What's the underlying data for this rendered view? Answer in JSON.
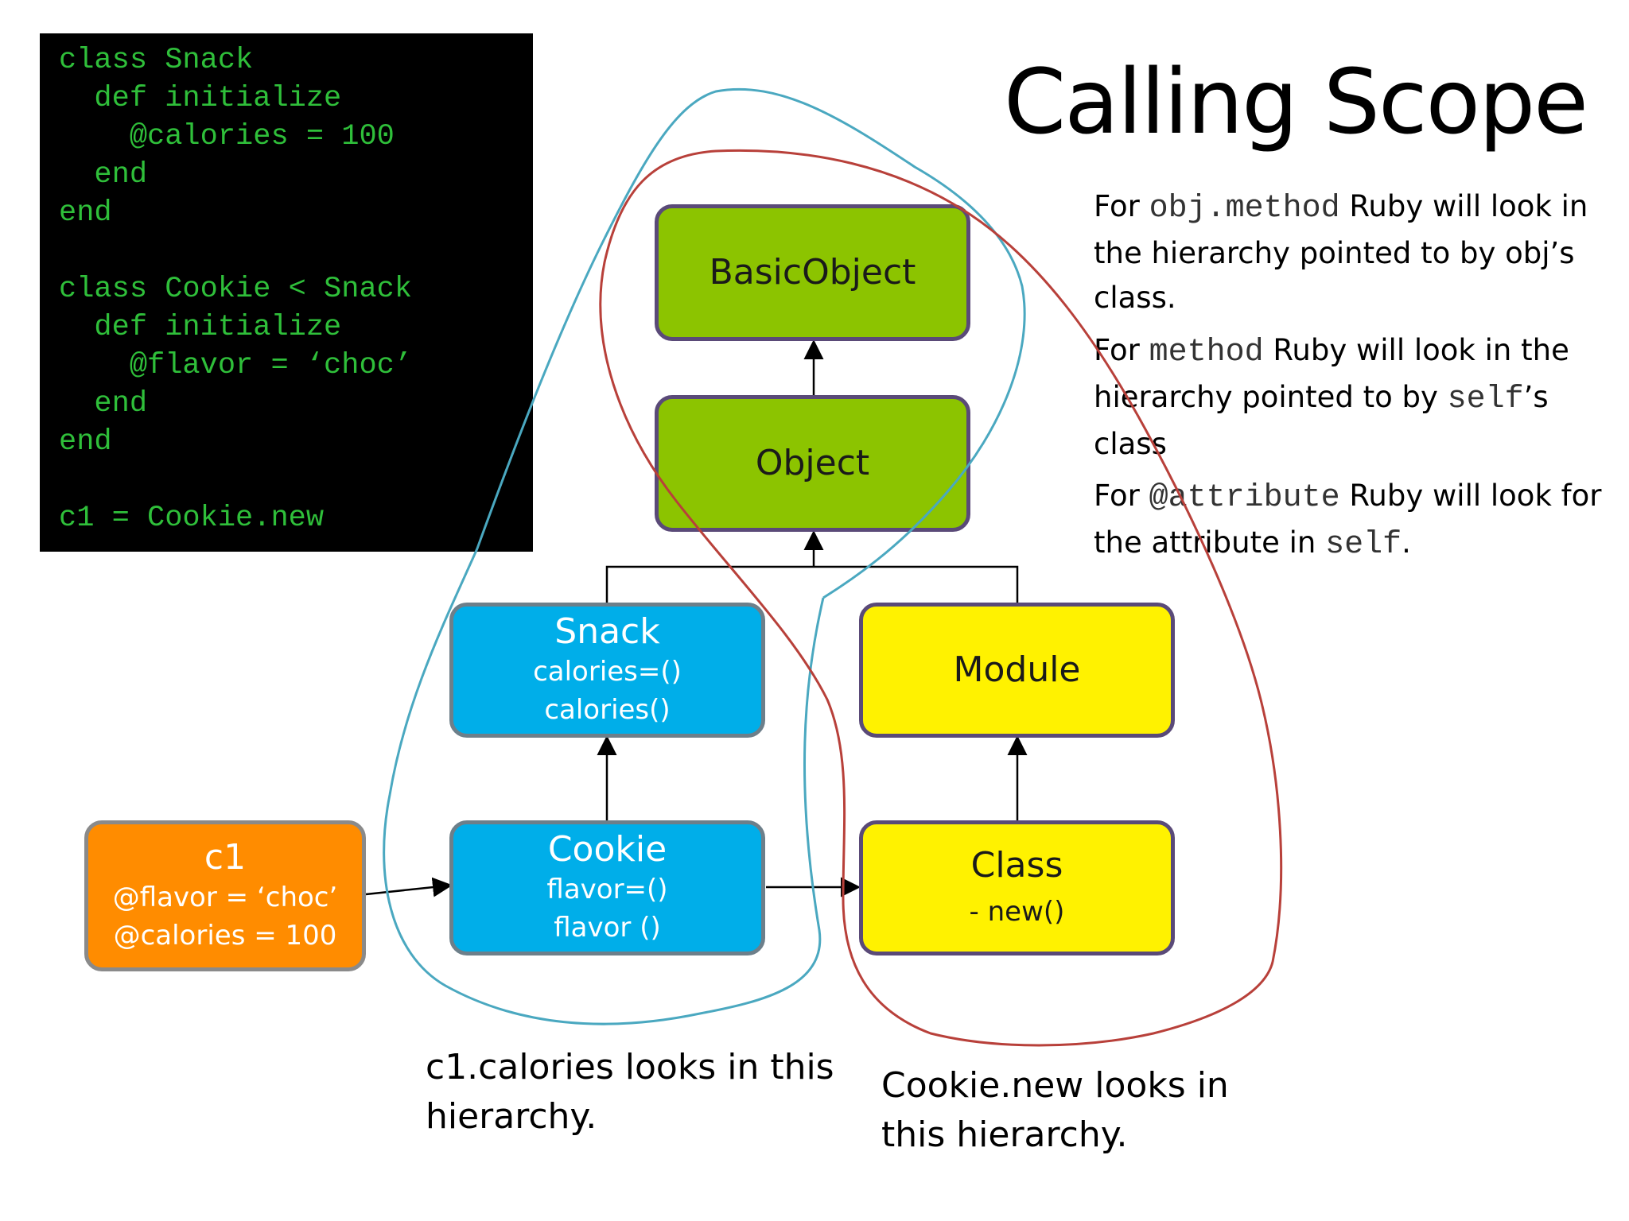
{
  "title": "Calling Scope",
  "code_lines": [
    "class Snack",
    "  def initialize",
    "    @calories = 100",
    "  end",
    "end",
    "",
    "class Cookie < Snack",
    "  def initialize",
    "    @flavor = ‘choc’",
    "  end",
    "end",
    "",
    "c1 = Cookie.new"
  ],
  "paragraphs": {
    "p1": {
      "a": "For ",
      "b": "obj.method",
      "c": " Ruby will look in the hierarchy pointed to by obj’s class."
    },
    "p2": {
      "a": "For ",
      "b": "method",
      "c": " Ruby will look in the hierarchy pointed to by ",
      "d": "self",
      "e": "’s class"
    },
    "p3": {
      "a": "For ",
      "b": "@attribute",
      "c": " Ruby will look for the attribute in ",
      "d": "self",
      "e": "."
    }
  },
  "boxes": {
    "basicobject": {
      "title": "BasicObject"
    },
    "object": {
      "title": "Object"
    },
    "snack": {
      "title": "Snack",
      "line1": "calories=()",
      "line2": "calories()"
    },
    "module": {
      "title": "Module"
    },
    "c1": {
      "title": "c1",
      "line1": "@flavor = ‘choc’",
      "line2": "@calories = 100"
    },
    "cookie": {
      "title": "Cookie",
      "line1": "flavor=()",
      "line2": "flavor ()"
    },
    "class": {
      "title": "Class",
      "line1": "- new()"
    }
  },
  "captions": {
    "left": "c1.calories looks in this hierarchy.",
    "right": "Cookie.new looks in this hierarchy."
  },
  "colors": {
    "green": "#8cc400",
    "blue": "#00aee9",
    "yellow": "#fff200",
    "orange": "#ff8c00",
    "annotation_blue": "#4aa8c0",
    "annotation_red": "#b8403a",
    "code_green": "#2fbf3a"
  }
}
